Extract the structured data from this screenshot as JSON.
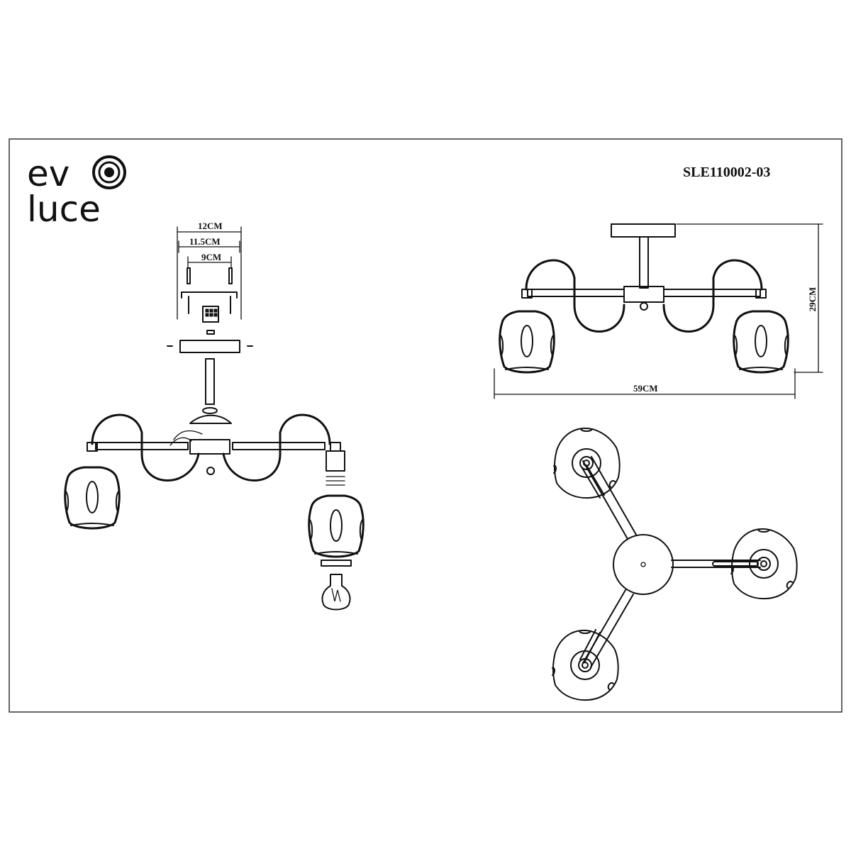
{
  "brand": {
    "line1": "ev",
    "line2": "luce",
    "logo_icon": "evoluce-o-ring-icon"
  },
  "model": "SLE110002-03",
  "dimensions": {
    "bracket_outer": "12CM",
    "bracket_mid": "11.5CM",
    "bracket_inner": "9CM",
    "height": "29CM",
    "width": "59CM"
  },
  "colors": {
    "line": "#111111",
    "frame": "#333333",
    "background": "#ffffff"
  }
}
